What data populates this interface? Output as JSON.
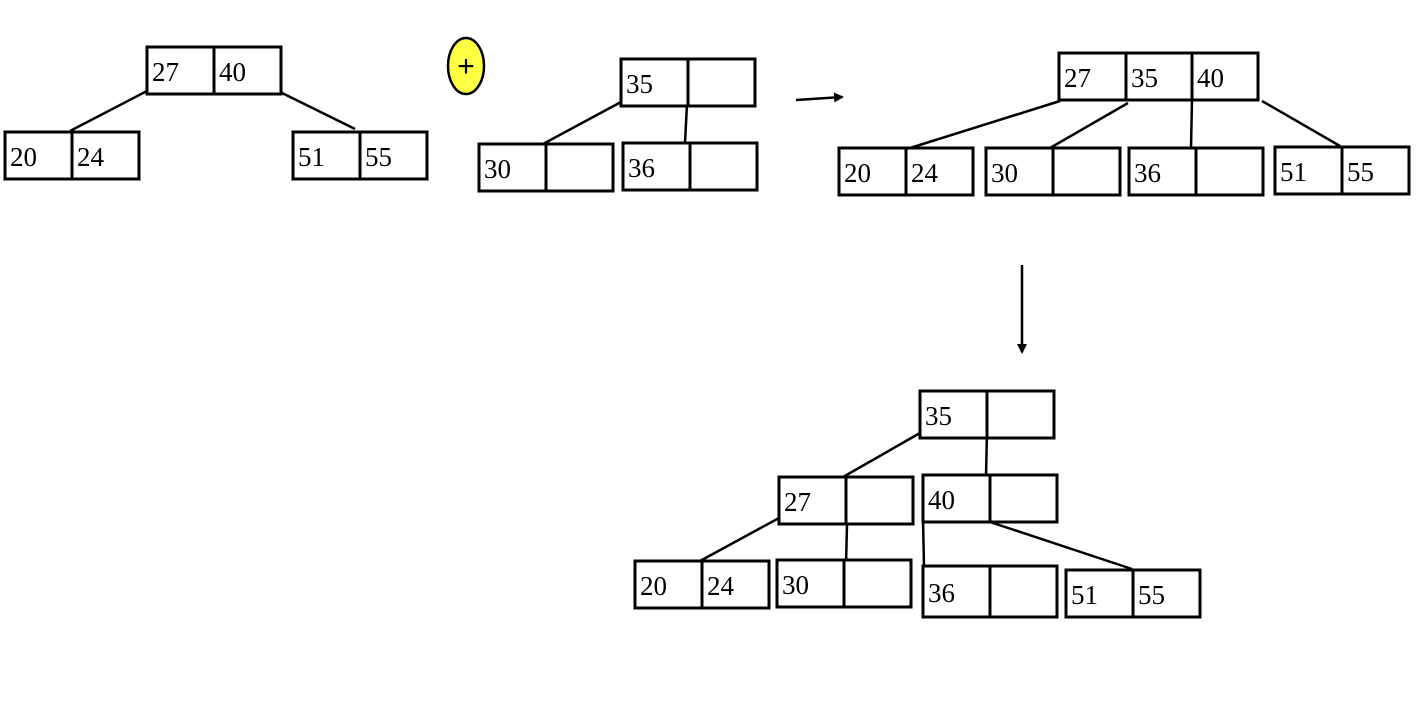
{
  "colors": {
    "line": "#000000",
    "box_fill": "#ffffff",
    "merge_badge": "#ffff44"
  },
  "merge_symbol": "+",
  "diagrams": {
    "tree_a": {
      "root": [
        "27",
        "40"
      ],
      "children": [
        [
          "20",
          "24"
        ],
        [
          "51",
          "55"
        ]
      ]
    },
    "tree_b": {
      "root": [
        "35",
        ""
      ],
      "children": [
        [
          "30",
          ""
        ],
        [
          "36",
          ""
        ]
      ]
    },
    "merged_flat": {
      "root": [
        "27",
        "35",
        "40"
      ],
      "children": [
        [
          "20",
          "24"
        ],
        [
          "30",
          ""
        ],
        [
          "36",
          ""
        ],
        [
          "51",
          "55"
        ]
      ]
    },
    "result": {
      "root": [
        "35",
        ""
      ],
      "level1": [
        [
          "27",
          ""
        ],
        [
          "40",
          ""
        ]
      ],
      "leaves": [
        [
          "20",
          "24"
        ],
        [
          "30",
          ""
        ],
        [
          "36",
          ""
        ],
        [
          "51",
          "55"
        ]
      ]
    }
  }
}
